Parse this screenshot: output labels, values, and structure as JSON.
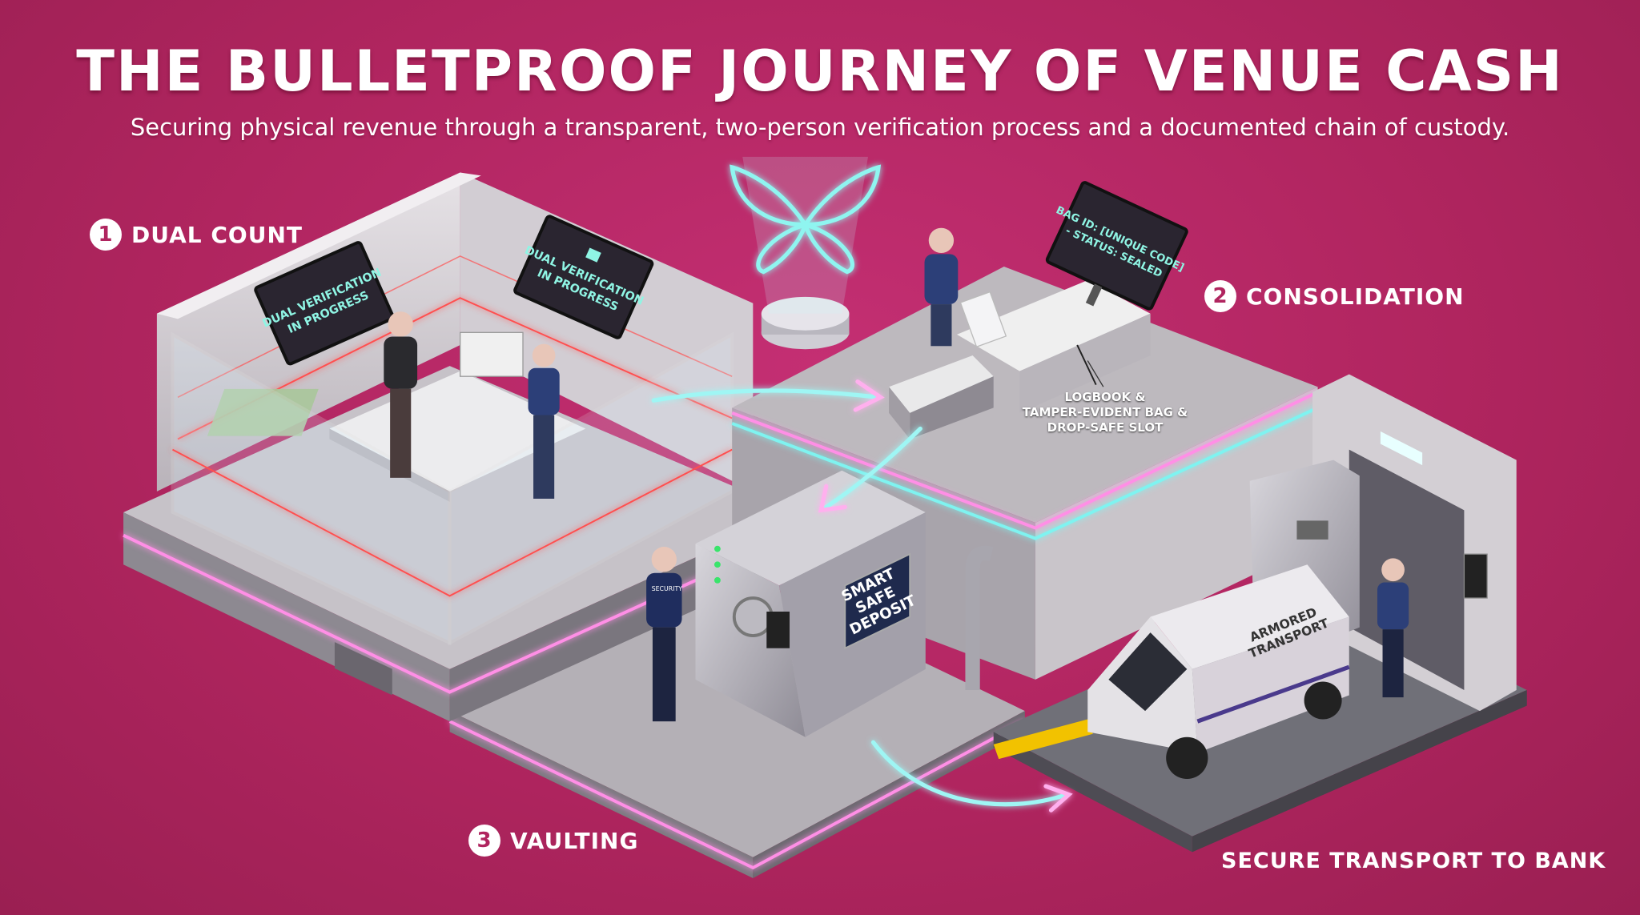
{
  "header": {
    "title": "THE BULLETPROOF JOURNEY OF VENUE CASH",
    "subtitle": "Securing physical revenue through a transparent, two-person verification process and a documented chain of custody."
  },
  "steps": [
    {
      "number": "1",
      "label": "DUAL COUNT"
    },
    {
      "number": "2",
      "label": "CONSOLIDATION"
    },
    {
      "number": "3",
      "label": "VAULTING"
    }
  ],
  "final_step": "SECURE TRANSPORT TO BANK",
  "screens": {
    "left": [
      "DUAL VERIFICATION",
      "IN PROGRESS"
    ],
    "right": [
      "DUAL VERIFICATION",
      "IN PROGRESS"
    ],
    "bag": [
      "BAG ID: [UNIQUE CODE]",
      "- STATUS: SEALED"
    ]
  },
  "consolidation_note": [
    "LOGBOOK &",
    "TAMPER-EVIDENT BAG &",
    "DROP-SAFE SLOT"
  ],
  "safe_sign": [
    "SMART",
    "SAFE",
    "DEPOSIT"
  ],
  "truck_label": [
    "ARMORED",
    "TRANSPORT"
  ],
  "guard_vest": "SECURITY",
  "colors": {
    "background": "#b0255f",
    "neon_cyan": "#7ff3f0",
    "neon_pink": "#ff7fe0",
    "laser_red": "#ff5050",
    "screen_text": "#8ff5e4"
  }
}
